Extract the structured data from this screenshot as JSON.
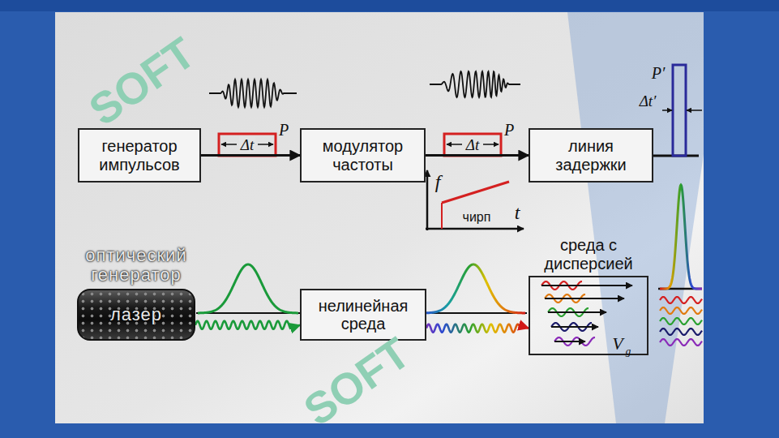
{
  "diagram": {
    "nodes": [
      {
        "text": [
          "генератор импульсов"
        ]
      },
      {
        "text": [
          "модулятор частоты"
        ]
      },
      {
        "text": [
          "линия задержки"
        ]
      },
      {
        "text": [
          "оптический генератор",
          "лазер"
        ]
      },
      {
        "text": [
          "нелинейная среда"
        ]
      },
      {
        "text": [
          "среда с дисперсией"
        ]
      }
    ],
    "edges": [
      {
        "from": 0,
        "to": 1,
        "arrow": "to"
      },
      {
        "from": 1,
        "to": 2,
        "arrow": "to"
      },
      {
        "from": 3,
        "to": 4,
        "arrow": "to"
      },
      {
        "from": 4,
        "to": 5,
        "arrow": "to"
      }
    ],
    "labels": [
      "Δt",
      "P",
      "Δt",
      "P",
      "f",
      "чирп",
      "t",
      "P′",
      "Δt′",
      "V",
      "g",
      "SOFT",
      "SOFT"
    ]
  }
}
